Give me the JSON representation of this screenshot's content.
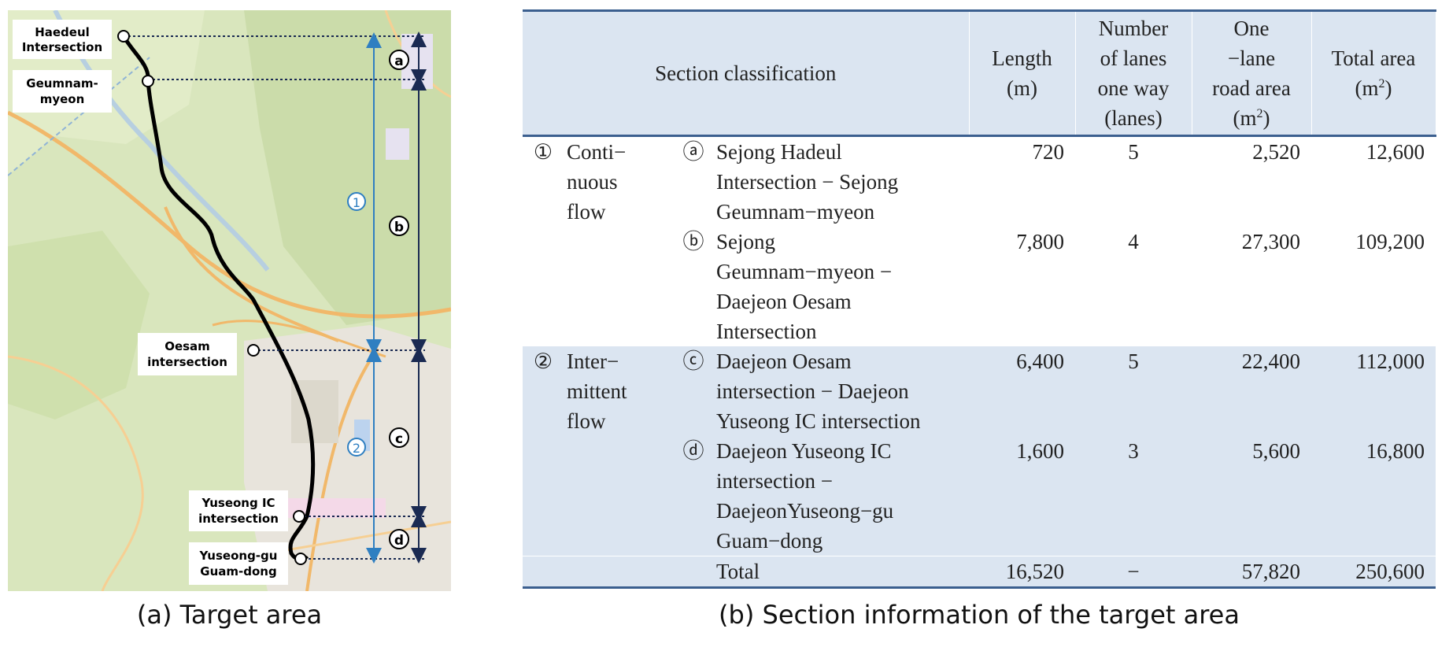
{
  "map": {
    "labels": {
      "haedeul": [
        "Haedeul",
        "Intersection"
      ],
      "geumnam": [
        "Geumnam-",
        "myeon"
      ],
      "oesam": [
        "Oesam",
        "intersection"
      ],
      "yuseong_ic": [
        "Yuseong IC",
        "intersection"
      ],
      "guam": [
        "Yuseong-gu",
        "Guam-dong"
      ]
    },
    "section_markers": {
      "a": "a",
      "b": "b",
      "c": "c",
      "d": "d"
    },
    "flow_markers": {
      "one": "1",
      "two": "2"
    },
    "colors": {
      "route": "#000000",
      "blue_arrow": "#2f7fc1",
      "navy_arrow": "#1a2a52",
      "land": "#d9e6bd",
      "roads": "#f1b86a"
    }
  },
  "captions": {
    "a": "(a) Target area",
    "b": "(b) Section information of the target area"
  },
  "table": {
    "headers": {
      "classification": "Section classification",
      "length": [
        "Length",
        "(m)"
      ],
      "lanes": [
        "Number",
        "of lanes",
        "one way",
        "(lanes)"
      ],
      "one_lane_area": [
        "One",
        "−lane",
        "road area",
        "(m",
        ")"
      ],
      "total_area": [
        "Total area",
        "(m",
        ")"
      ],
      "sup": "2"
    },
    "groups": [
      {
        "num": "①",
        "flow": [
          "Conti−",
          "nuous",
          "flow"
        ],
        "rows": [
          {
            "id": "ⓐ",
            "section": [
              "Sejong Hadeul",
              "Intersection − Sejong",
              "Geumnam−myeon"
            ],
            "length": "720",
            "lanes": "5",
            "one_lane_area": "2,520",
            "total_area": "12,600"
          },
          {
            "id": "ⓑ",
            "section": [
              "Sejong",
              "Geumnam−myeon −",
              "Daejeon Oesam",
              "Intersection"
            ],
            "length": "7,800",
            "lanes": "4",
            "one_lane_area": "27,300",
            "total_area": "109,200"
          }
        ]
      },
      {
        "num": "②",
        "flow": [
          "Inter−",
          "mittent",
          "flow"
        ],
        "rows": [
          {
            "id": "ⓒ",
            "section": [
              "Daejeon Oesam",
              "intersection − Daejeon",
              "Yuseong IC intersection"
            ],
            "length": "6,400",
            "lanes": "5",
            "one_lane_area": "22,400",
            "total_area": "112,000"
          },
          {
            "id": "ⓓ",
            "section": [
              "Daejeon Yuseong IC",
              "intersection −",
              "DaejeonYuseong−gu",
              "Guam−dong"
            ],
            "length": "1,600",
            "lanes": "3",
            "one_lane_area": "5,600",
            "total_area": "16,800"
          }
        ]
      }
    ],
    "total": {
      "label": "Total",
      "length": "16,520",
      "lanes": "−",
      "one_lane_area": "57,820",
      "total_area": "250,600"
    }
  }
}
